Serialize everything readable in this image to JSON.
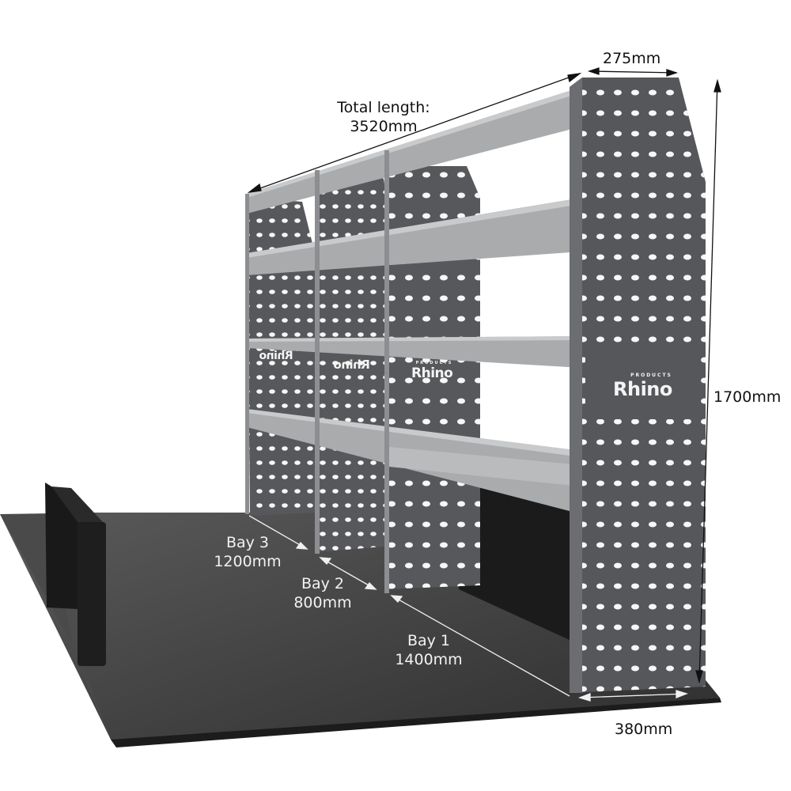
{
  "diagram": {
    "subject": "Van shelving racking unit",
    "brand": {
      "name": "Rhino",
      "tagline": "PRODUCTS"
    },
    "dimensions": {
      "total_length": {
        "label": "Total length:",
        "value": "3520mm"
      },
      "depth_top": {
        "value": "275mm"
      },
      "height": {
        "value": "1700mm"
      },
      "depth_base": {
        "value": "380mm"
      }
    },
    "bays": [
      {
        "label": "Bay 3",
        "value": "1200mm"
      },
      {
        "label": "Bay 2",
        "value": "800mm"
      },
      {
        "label": "Bay 1",
        "value": "1400mm"
      }
    ],
    "shelf_levels": 4,
    "colors": {
      "panel": "#55575a",
      "shelf": "#a9abad",
      "shelf_light": "#c2c4c6",
      "floor": "#3c3c3c",
      "floor_edge": "#1c1c1c",
      "bulkhead": "#1e1e1e",
      "text_dark": "#111111",
      "text_light": "#f2f2f2"
    }
  }
}
